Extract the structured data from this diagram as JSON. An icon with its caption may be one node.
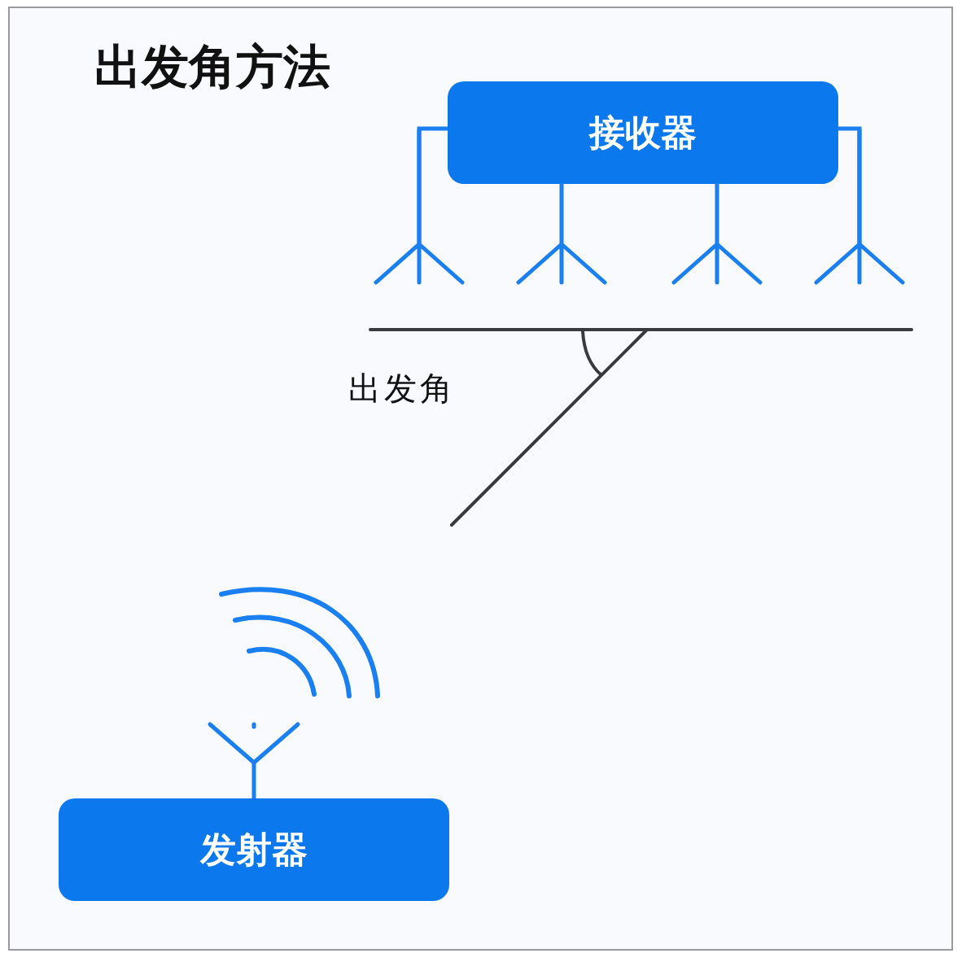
{
  "diagram": {
    "title": "出发角方法",
    "nodes": [
      {
        "text": [
          "接收器"
        ]
      },
      {
        "text": [
          "发射器"
        ]
      }
    ],
    "labels": [
      "出发角"
    ]
  }
}
